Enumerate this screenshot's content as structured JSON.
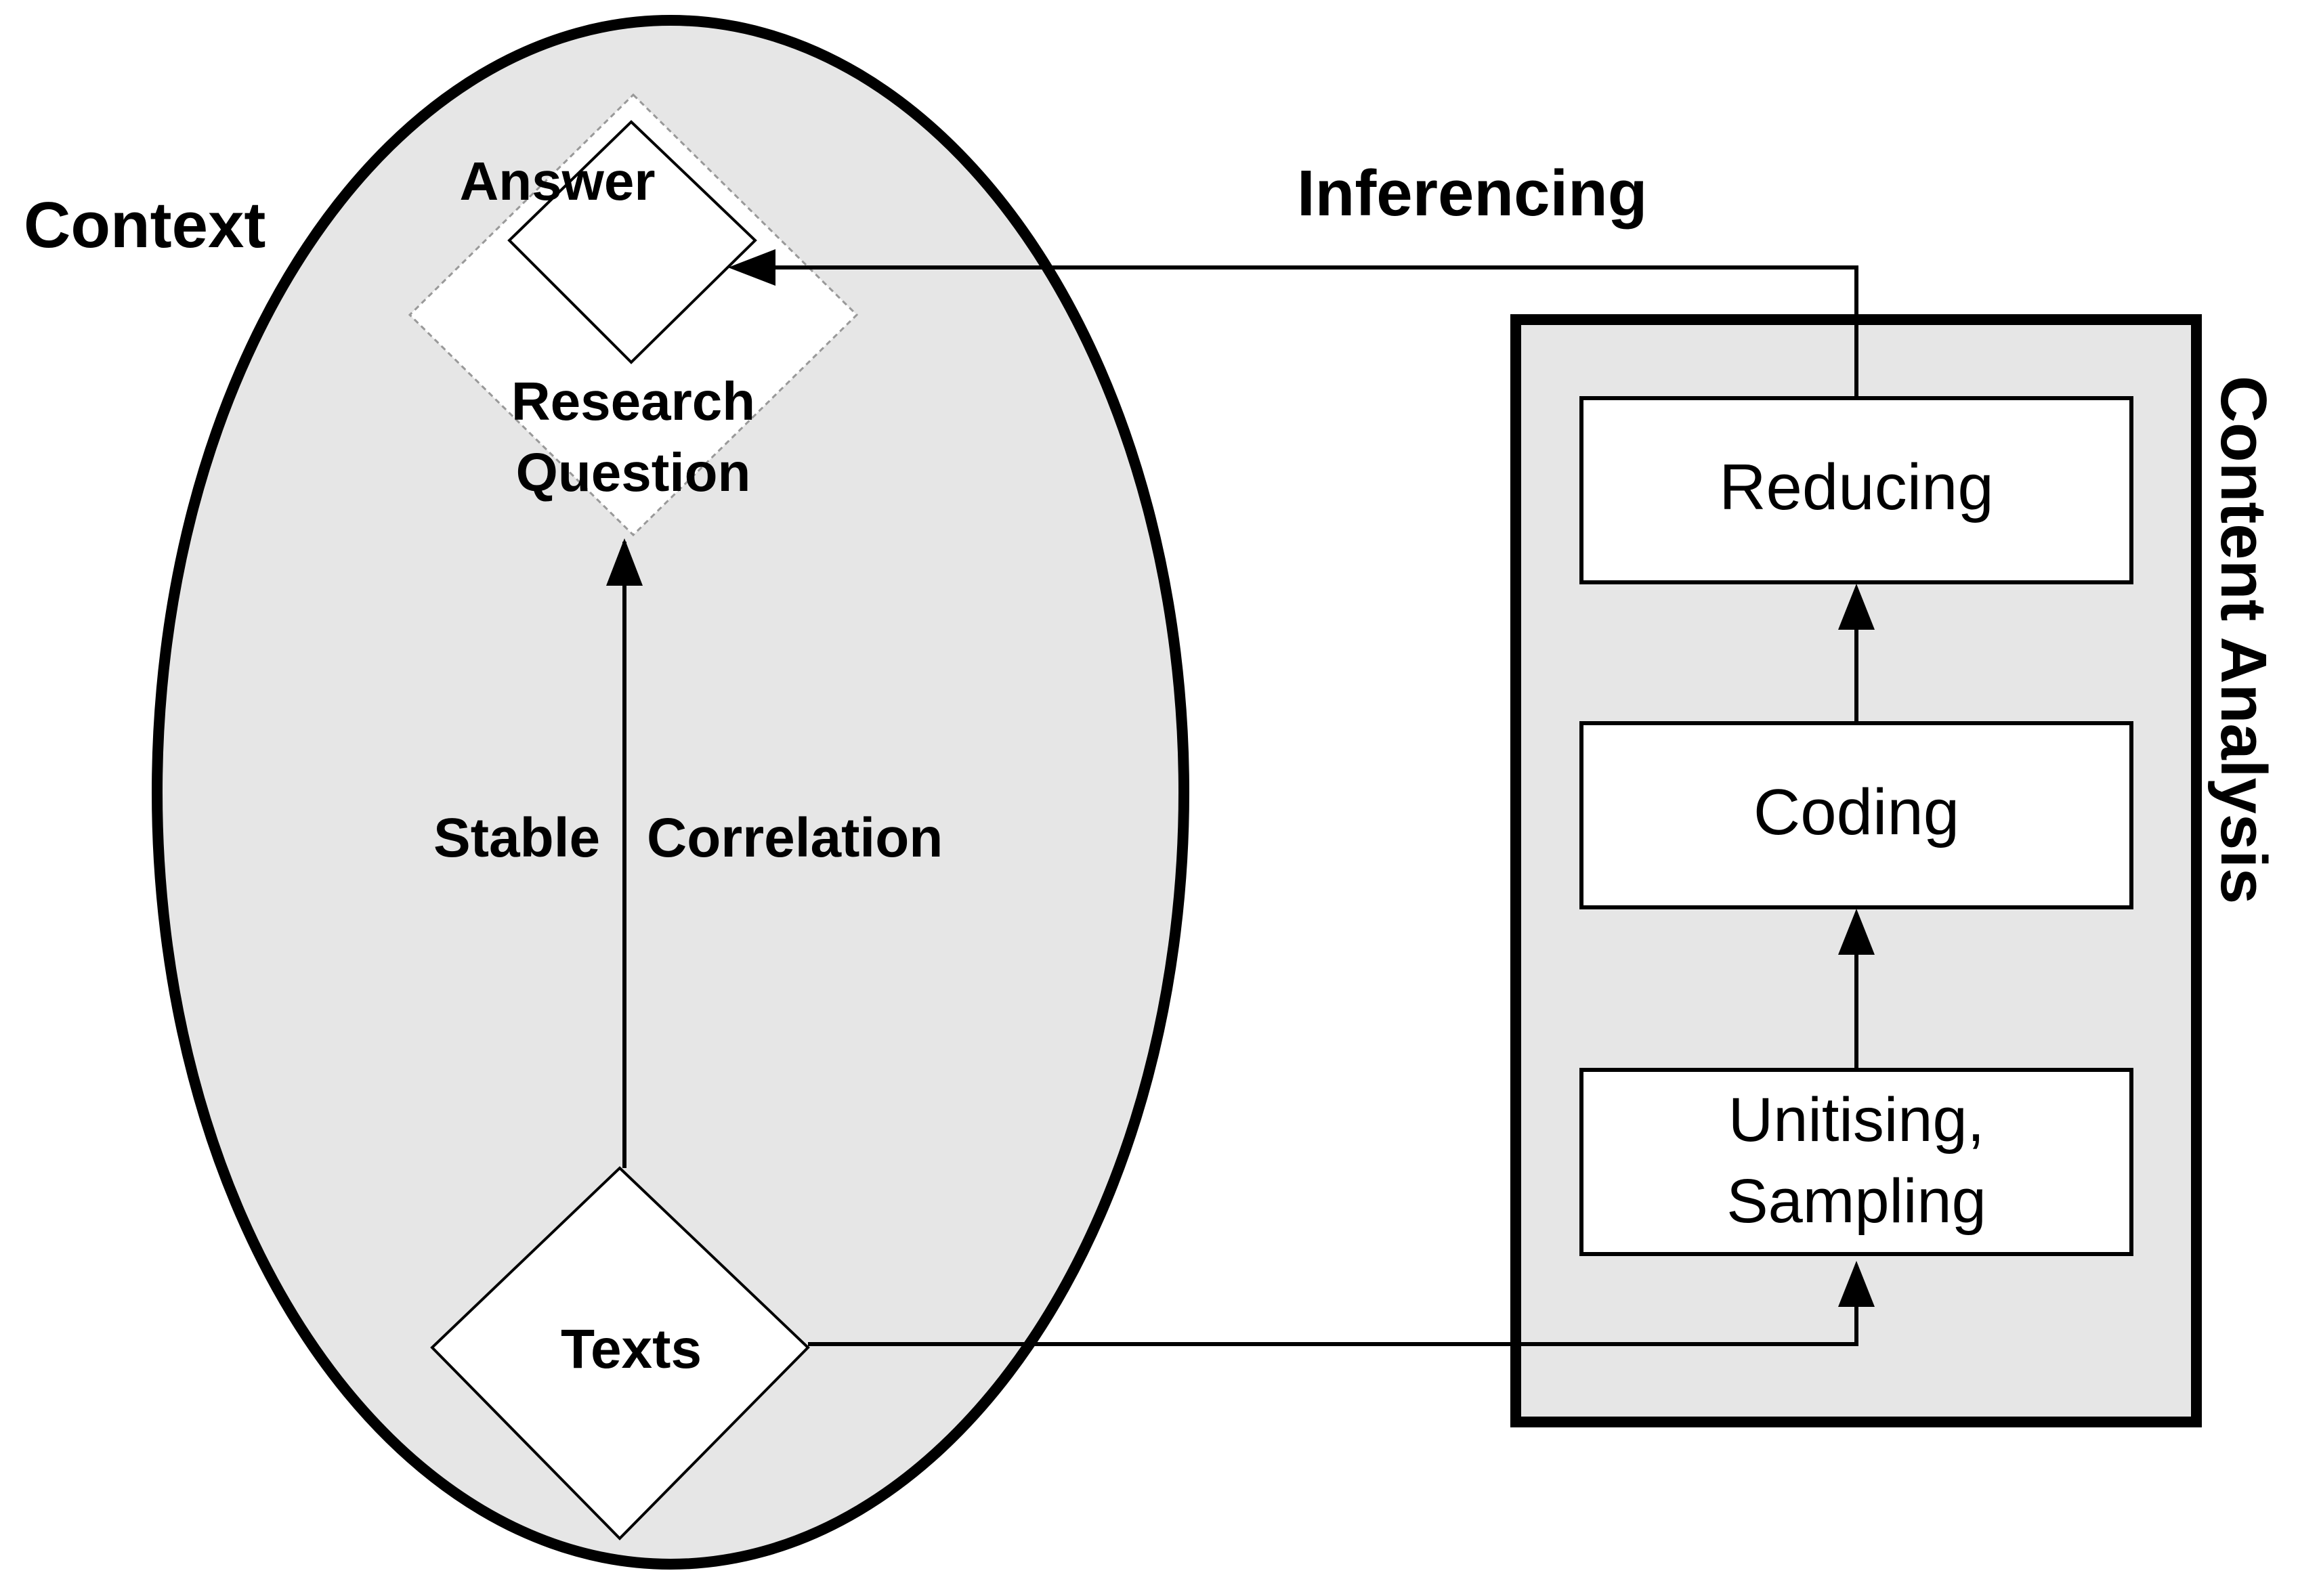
{
  "colors": {
    "background": "#ffffff",
    "region_fill": "#e6e6e6",
    "box_fill": "#ffffff",
    "stroke": "#000000"
  },
  "context": {
    "label": "Context"
  },
  "answer": {
    "label": "Answer"
  },
  "research_question": {
    "line1": "Research",
    "line2": "Question"
  },
  "texts": {
    "label": "Texts"
  },
  "correlation": {
    "left": "Stable",
    "right": "Correlation"
  },
  "inferencing": {
    "label": "Inferencing"
  },
  "content_analysis": {
    "label": "Content Analysis",
    "steps": [
      {
        "line1": "Reducing",
        "line2": ""
      },
      {
        "line1": "Coding",
        "line2": ""
      },
      {
        "line1": "Unitising,",
        "line2": "Sampling"
      }
    ]
  }
}
